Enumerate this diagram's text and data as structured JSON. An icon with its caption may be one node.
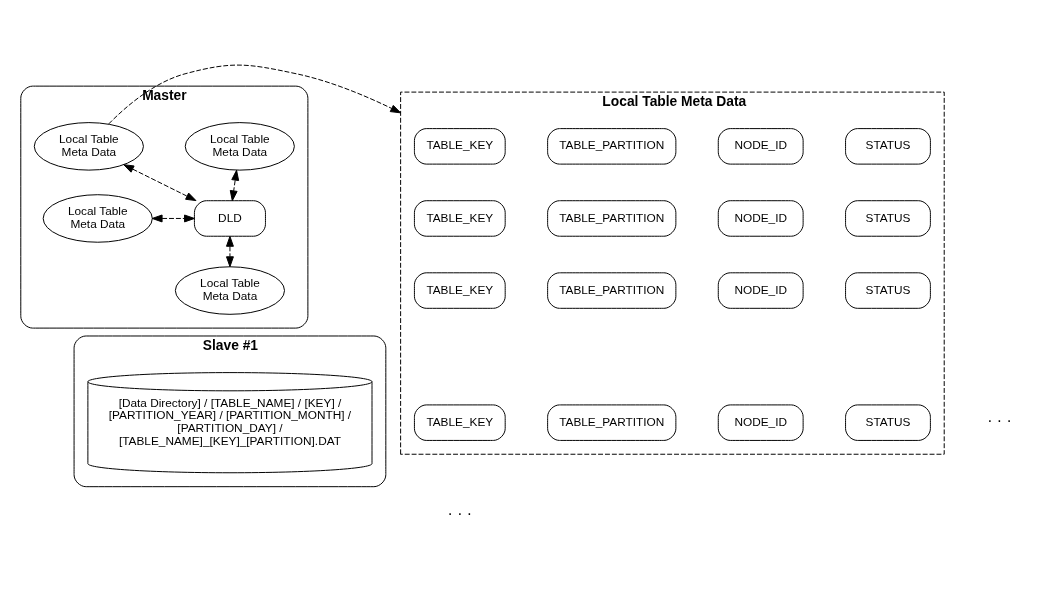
{
  "diagram": {
    "nodes": [
      {
        "text": [
          "Master"
        ]
      },
      {
        "text": [
          "Local Table Meta Data"
        ]
      },
      {
        "text": [
          "TABLE_KEY"
        ],
        "in": 1
      },
      {
        "text": [
          "TABLE_PARTITION"
        ],
        "in": 1
      },
      {
        "text": [
          "NODE_ID"
        ],
        "in": 1
      },
      {
        "text": [
          "STATUS"
        ],
        "in": 1
      },
      {
        "text": [
          "TABLE_KEY"
        ],
        "in": 1
      },
      {
        "text": [
          "TABLE_PARTITION"
        ],
        "in": 1
      },
      {
        "text": [
          "NODE_ID"
        ],
        "in": 1
      },
      {
        "text": [
          "STATUS"
        ],
        "in": 1
      },
      {
        "text": [
          "TABLE_KEY"
        ],
        "in": 1
      },
      {
        "text": [
          "TABLE_PARTITION"
        ],
        "in": 1
      },
      {
        "text": [
          "NODE_ID"
        ],
        "in": 1
      },
      {
        "text": [
          "STATUS"
        ],
        "in": 1
      },
      {
        "text": [
          "TABLE_KEY"
        ],
        "in": 1
      },
      {
        "text": [
          "TABLE_PARTITION"
        ],
        "in": 1
      },
      {
        "text": [
          "NODE_ID"
        ],
        "in": 1
      },
      {
        "text": [
          "STATUS"
        ],
        "in": 1
      },
      {
        "text": [
          "Local Table Meta Data"
        ],
        "in": 0
      },
      {
        "text": [
          "Local Table Meta Data"
        ],
        "in": 0
      },
      {
        "text": [
          "Local Table Meta Data"
        ],
        "in": 0
      },
      {
        "text": [
          "DLD"
        ],
        "in": 0
      },
      {
        "text": [
          "Local Table Meta Data"
        ],
        "in": 0
      },
      {
        "text": [
          "Slave #1"
        ]
      },
      {
        "text": [
          "[Data Directory] / [TABLE_NAME] / [KEY] / [PARTITION_YEAR] / [PARTITION_MONTH] / [PARTITION_DAY] / [TABLE_NAME]_[KEY]_[PARTITION].DAT"
        ],
        "in": 23
      }
    ],
    "edges": [
      {
        "from": 18,
        "to": 21,
        "arrow": "both",
        "style": "dashed"
      },
      {
        "from": 19,
        "to": 21,
        "arrow": "both",
        "style": "dashed"
      },
      {
        "from": 20,
        "to": 21,
        "arrow": "both",
        "style": "dashed"
      },
      {
        "from": 21,
        "to": 22,
        "arrow": "both",
        "style": "dashed"
      },
      {
        "from": 19,
        "to": 1,
        "arrow": "to",
        "style": "dashed"
      }
    ],
    "labels": [
      "· · ·",
      "· · ·"
    ]
  }
}
